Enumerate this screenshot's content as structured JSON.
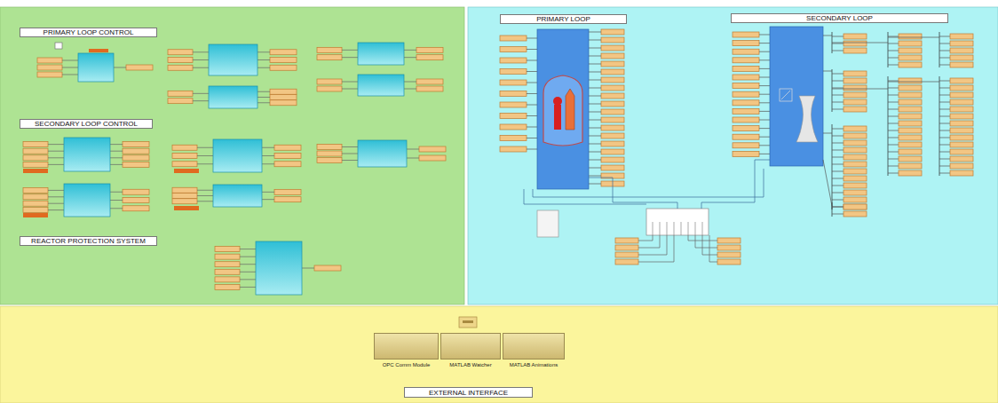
{
  "diagram": {
    "nodes": [
      {
        "text": [
          "PRIMARY LOOP CONTROL"
        ]
      },
      {
        "text": [
          "SECONDARY LOOP CONTROL"
        ]
      },
      {
        "text": [
          "REACTOR PROTECTION SYSTEM"
        ]
      },
      {
        "text": [
          "PRIMARY LOOP"
        ]
      },
      {
        "text": [
          "SECONDARY LOOP"
        ]
      },
      {
        "text": [
          "OPC Comm Module"
        ]
      },
      {
        "text": [
          "MATLAB Watcher"
        ]
      },
      {
        "text": [
          "MATLAB Animations"
        ]
      },
      {
        "text": [
          "EXTERNAL INTERFACE"
        ]
      }
    ]
  }
}
